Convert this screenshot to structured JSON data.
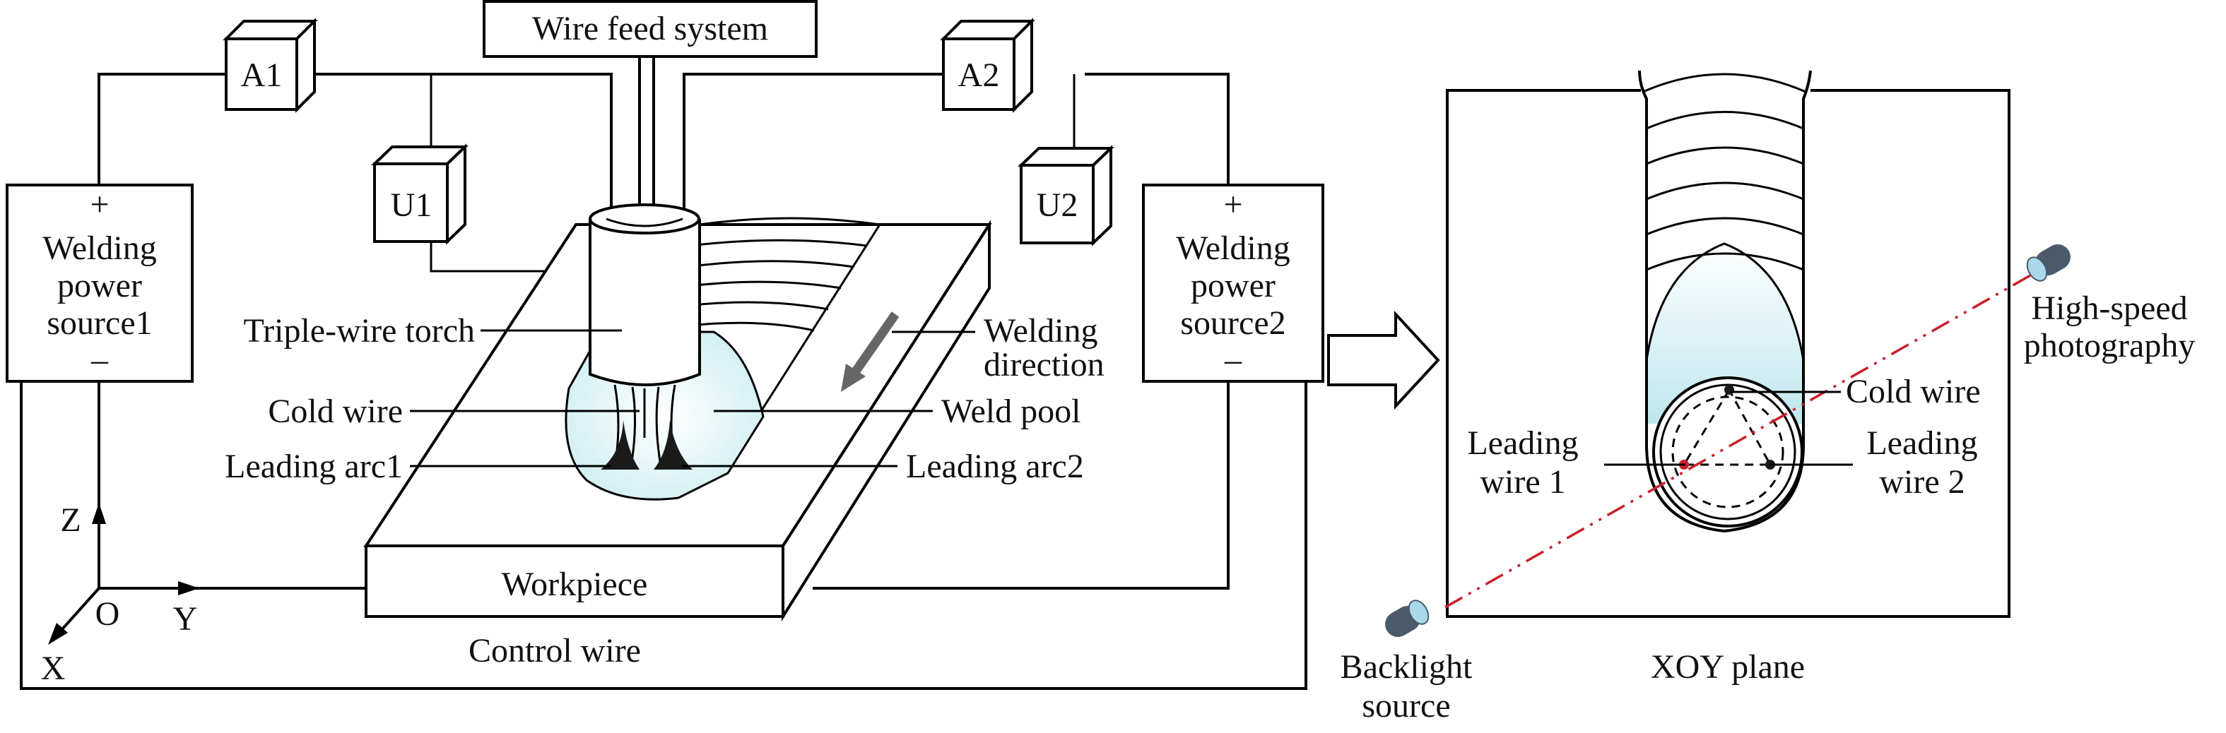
{
  "labels": {
    "wire_feed_system": "Wire feed system",
    "a1": "A1",
    "a2": "A2",
    "u1": "U1",
    "u2": "U2",
    "ps1": {
      "plus": "+",
      "line1": "Welding",
      "line2": "power",
      "line3": "source1",
      "minus": "–"
    },
    "ps2": {
      "plus": "+",
      "line1": "Welding",
      "line2": "power",
      "line3": "source2",
      "minus": "–"
    },
    "triple_wire_torch": "Triple-wire torch",
    "cold_wire": "Cold wire",
    "leading_arc1": "Leading arc1",
    "leading_arc2": "Leading arc2",
    "welding_direction_1": "Welding",
    "welding_direction_2": "direction",
    "weld_pool": "Weld pool",
    "workpiece": "Workpiece",
    "control_wire": "Control wire",
    "axis_z": "Z",
    "axis_o": "O",
    "axis_y": "Y",
    "axis_x": "X",
    "xoy_plane": "XOY plane",
    "backlight_1": "Backlight",
    "backlight_2": "source",
    "highspeed_1": "High-speed",
    "highspeed_2": "photography",
    "right_cold_wire": "Cold wire",
    "leading_wire1_1": "Leading",
    "leading_wire1_2": "wire 1",
    "leading_wire2_1": "Leading",
    "leading_wire2_2": "wire 2"
  },
  "colors": {
    "line": "#000000",
    "pool_fill": "#cdeef2",
    "laser": "#c8202a",
    "camera_body": "#4a5a6a",
    "camera_lens": "#a9d8ea",
    "arrow": "#666666"
  }
}
